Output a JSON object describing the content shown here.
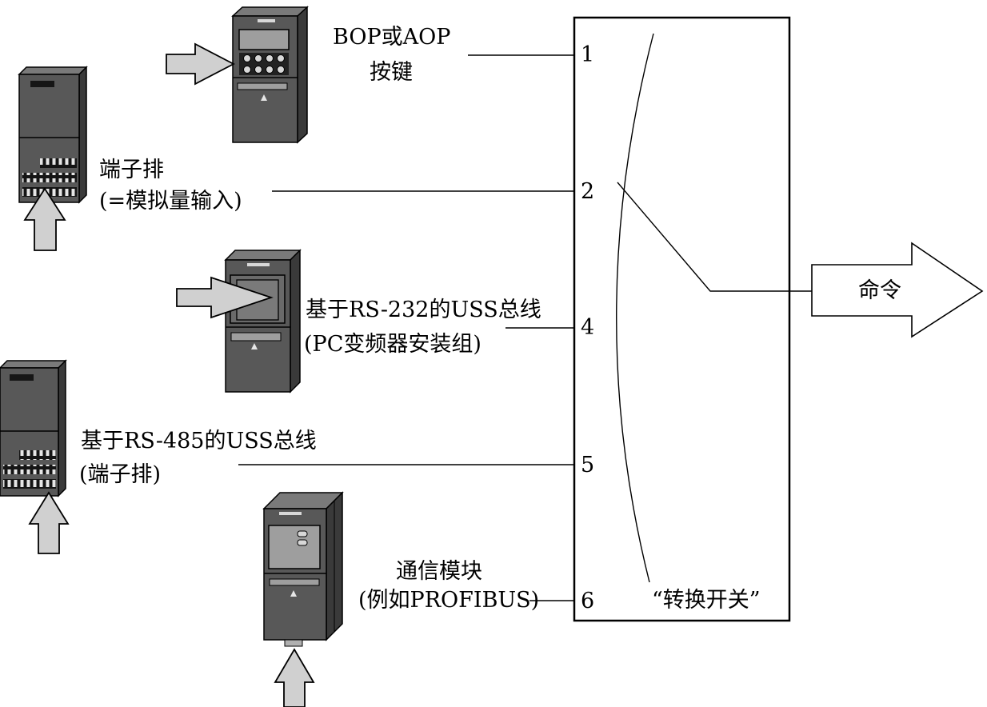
{
  "sources": {
    "bop_aop": {
      "line1": "BOP或AOP",
      "line2": "按键",
      "channel": "1"
    },
    "terminal_analog": {
      "line1": "端子排",
      "line2": "(=模拟量输入)",
      "channel": "2"
    },
    "uss_rs232": {
      "line1": "基于RS-232的USS总线",
      "line2": "(PC变频器安装组)",
      "channel": "4"
    },
    "uss_rs485": {
      "line1": "基于RS-485的USS总线",
      "line2": "(端子排)",
      "channel": "5"
    },
    "comm_module": {
      "line1": "通信模块",
      "line2": "(例如PROFIBUS)",
      "channel": "6"
    }
  },
  "switch": {
    "label": "“转换开关”"
  },
  "output": {
    "label": "命令"
  },
  "colors": {
    "device_body": "#585858",
    "device_dark": "#2e2e2e",
    "arrow_fill": "#d0d0d0",
    "line": "#000000"
  }
}
